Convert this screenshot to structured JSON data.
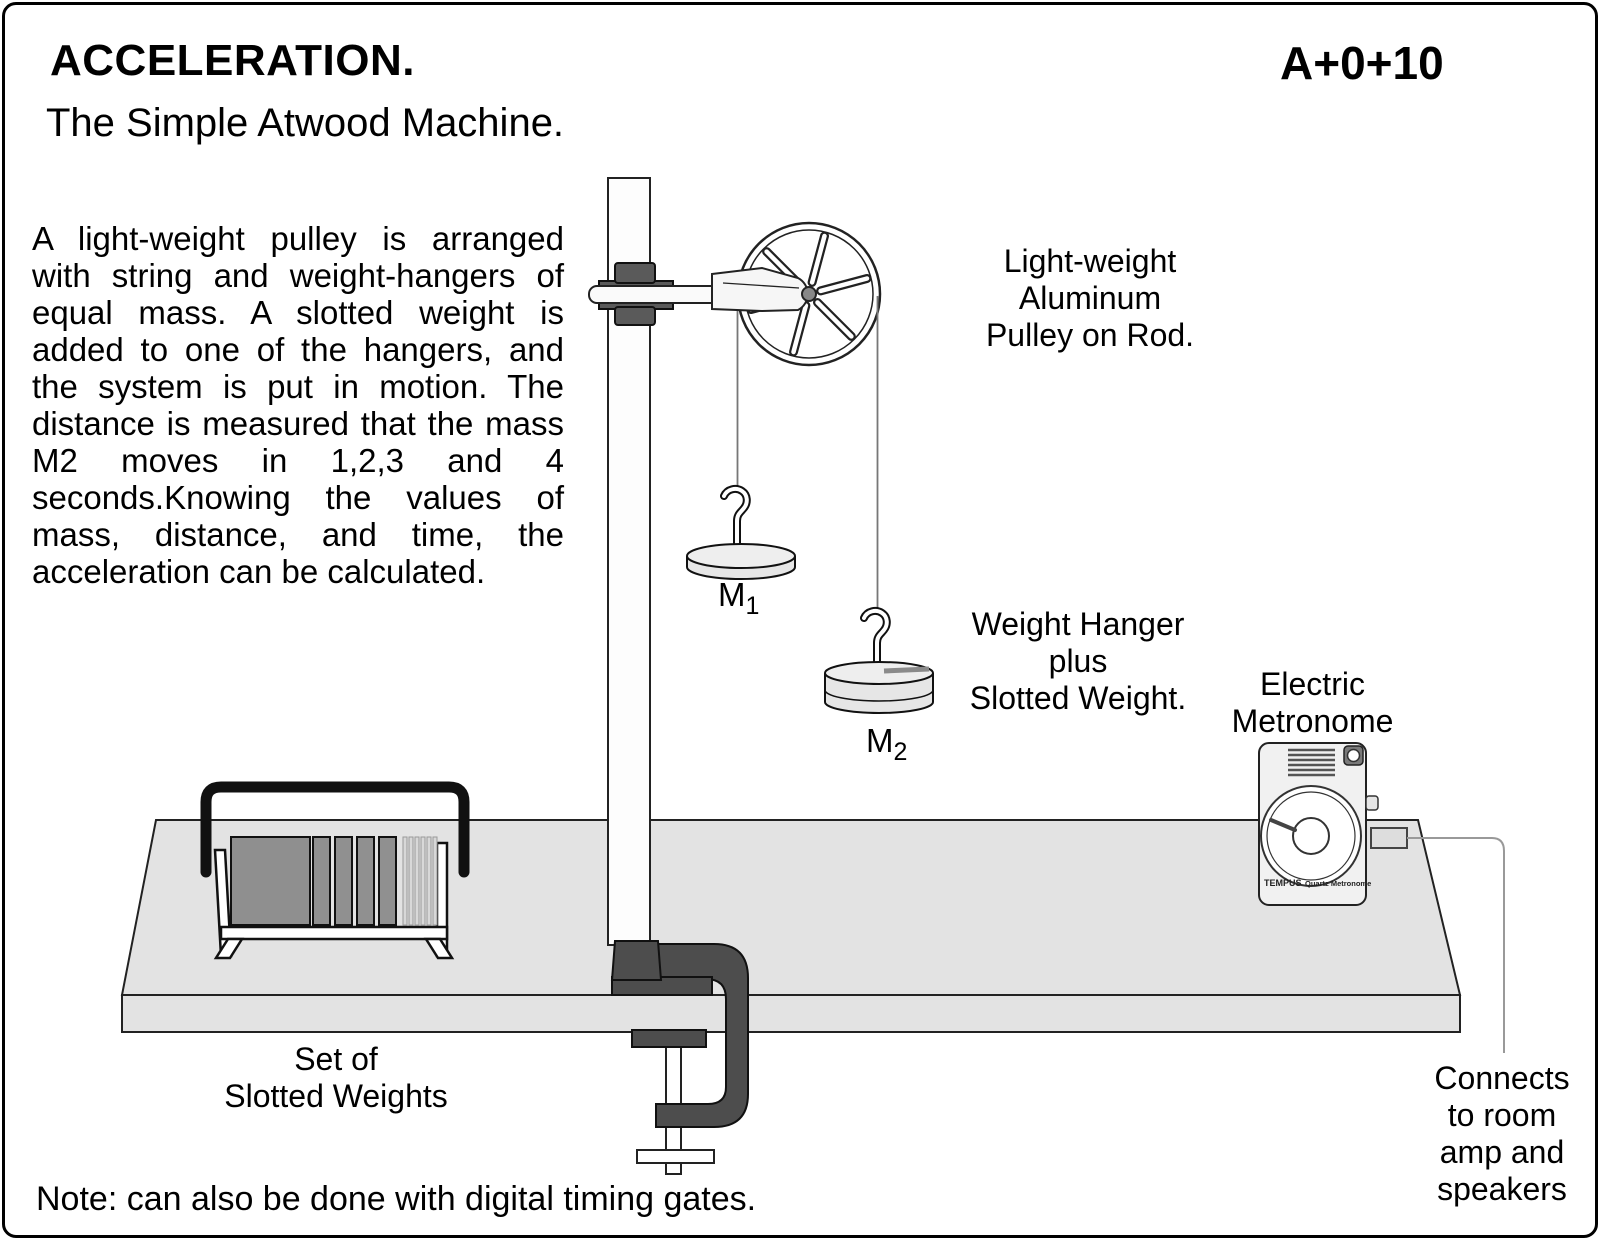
{
  "header": {
    "title": "ACCELERATION.",
    "code": "A+0+10",
    "subtitle": "The Simple Atwood Machine."
  },
  "description": "A light-weight pulley is arranged with string and weight-hangers of equal mass.  A slotted weight is added to one of the hangers, and  the system is put in motion. The distance is measured that the mass M2 moves in 1,2,3 and 4 seconds.Knowing the values of mass, distance, and time, the acceleration can be calculated.",
  "labels": {
    "pulley": "Light-weight\nAluminum\nPulley on Rod.",
    "hanger": "Weight Hanger\nplus\nSlotted Weight.",
    "metronome": "Electric\nMetronome",
    "weights_set": "Set of\nSlotted Weights",
    "connects": "Connects\nto room\namp and\nspeakers",
    "mass1": {
      "symbol": "M",
      "subscript": "1"
    },
    "mass2": {
      "symbol": "M",
      "subscript": "2"
    }
  },
  "metronome_device": {
    "brand": "TEMPUS",
    "model": "Quartz Metronome"
  },
  "note": "Note: can also be done with digital timing gates."
}
